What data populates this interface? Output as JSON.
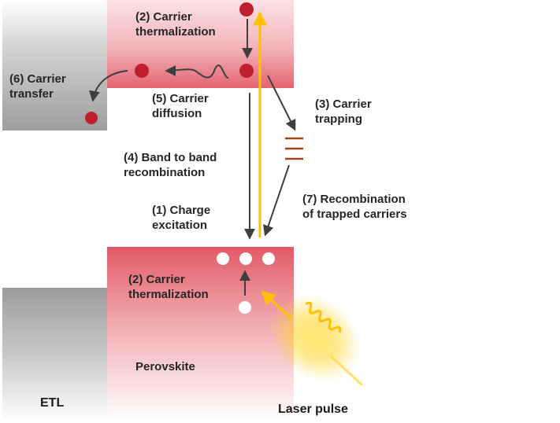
{
  "labels": {
    "thermalization_top": [
      "(2) Carrier",
      "thermalization"
    ],
    "carrier_transfer": [
      "(6) Carrier",
      "transfer"
    ],
    "carrier_diffusion": [
      "(5) Carrier",
      "diffusion"
    ],
    "carrier_trapping": [
      "(3) Carrier",
      "trapping"
    ],
    "band_to_band": [
      "(4) Band to band",
      "recombination"
    ],
    "recombination_trapped": [
      "(7) Recombination",
      "of trapped carriers"
    ],
    "charge_excitation": [
      "(1)  Charge",
      "excitation"
    ],
    "thermalization_bottom": [
      "(2) Carrier",
      "thermalization"
    ],
    "perovskite": "Perovskite",
    "etl": "ETL",
    "laser_pulse": "Laser pulse"
  },
  "colors": {
    "electron": "#c0202e",
    "band_gradient_top": "#f4c4c8",
    "band_gradient_bottom": "#e2656d",
    "etl_gray": "#a8a8a8",
    "laser_yellow": "#ffc000",
    "trap_states": "#a0441c",
    "arrows": "#3f3f3f"
  },
  "icons": {
    "laser": "sine-wave-pulse-icon",
    "trap": "trap-state-lines-icon"
  }
}
